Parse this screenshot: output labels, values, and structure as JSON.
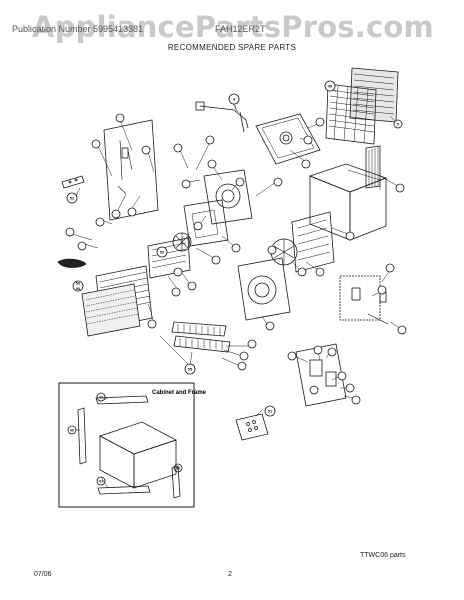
{
  "watermark": "AppliancePartsPros.com",
  "header": {
    "left": "Publication Number 5995413381",
    "right": "FAH12ER2T",
    "subtitle": "RECOMMENDED SPARE PARTS"
  },
  "inset": {
    "title": "Cabinet and Frame"
  },
  "callouts": {
    "c1": "49",
    "c2": "5",
    "c3": "4",
    "c4": "52",
    "c5": "53",
    "c6": "56",
    "c7": "58",
    "c8": "55",
    "c9": "51",
    "c10": "41",
    "c11": "41",
    "c12": "40",
    "c13": "40"
  },
  "footer": {
    "code": "TTWC06 parts",
    "date": "07/06",
    "page": "2"
  },
  "colors": {
    "ink": "#1a1a1a",
    "watermark": "#c9c9c9",
    "paper": "#ffffff"
  }
}
